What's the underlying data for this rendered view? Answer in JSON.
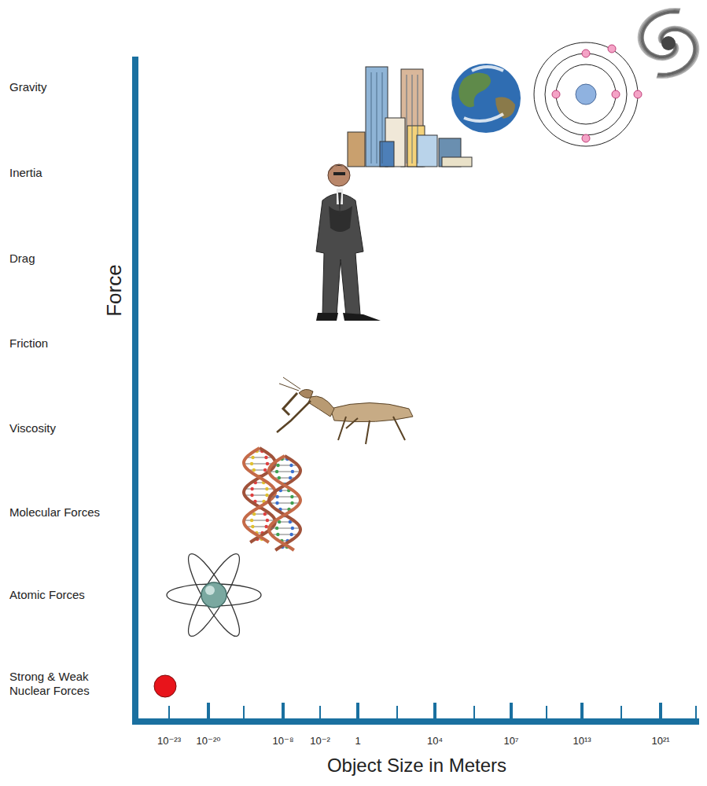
{
  "diagram": {
    "labels": [
      "Gravity",
      "Inertia",
      "Drag",
      "Friction",
      "Viscosity",
      "Molecular Forces",
      "Atomic Forces",
      "Strong & Weak Nuclear Forces",
      "Force",
      "10⁻²³",
      "10⁻²⁰",
      "10⁻⁸",
      "10⁻²",
      "1",
      "10⁴",
      "10⁷",
      "10¹³",
      "10²¹",
      "Object Size in Meters"
    ]
  }
}
